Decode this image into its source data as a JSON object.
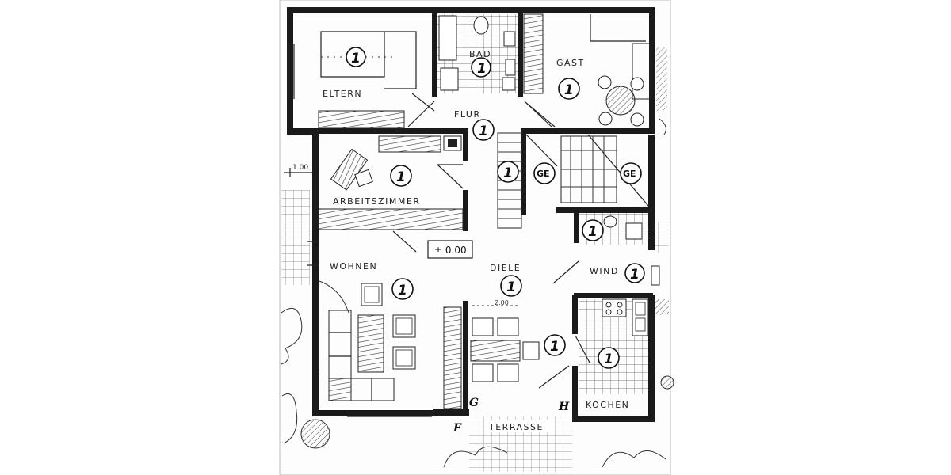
{
  "rooms": {
    "eltern": "ELTERN",
    "bad": "BAD",
    "gast": "GAST",
    "flur": "FLUR",
    "arbeitszimmer": "ARBEITSZIMMER",
    "wohnen": "WOHNEN",
    "diele": "DIELE",
    "wind": "WIND",
    "kochen": "KOCHEN",
    "terrasse": "TERRASSE"
  },
  "level_label": "± 0.00",
  "dimension_label": "1.00",
  "sub_level_label": "2.00",
  "section_letters": [
    "F",
    "G",
    "H"
  ],
  "room_mark": "1",
  "stair_mark": "GE",
  "colors": {
    "ink": "#1a1a1a",
    "paper": "#ffffff"
  }
}
